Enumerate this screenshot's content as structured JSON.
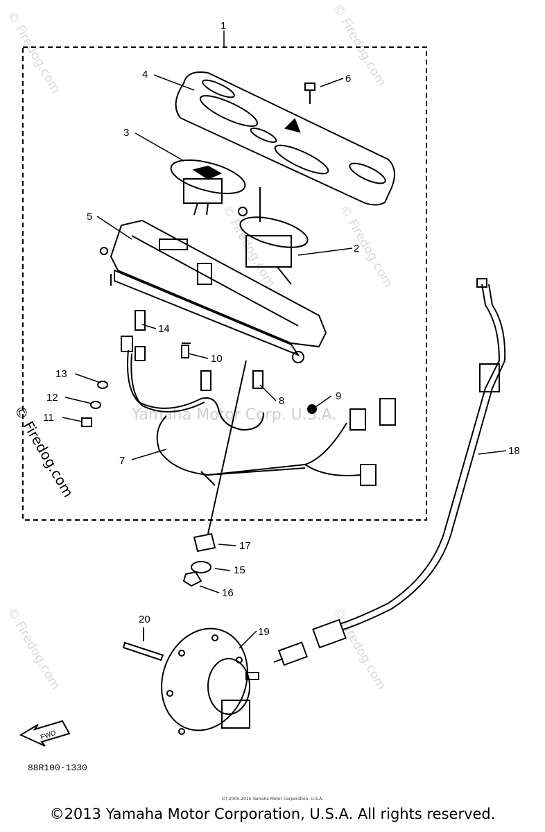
{
  "callouts": [
    "1",
    "2",
    "3",
    "4",
    "5",
    "6",
    "7",
    "8",
    "9",
    "10",
    "11",
    "12",
    "13",
    "14",
    "15",
    "16",
    "17",
    "18",
    "19",
    "20"
  ],
  "watermark": "© Firedog.com",
  "center_watermark": "Yamaha Motor Corp. U.S.A.",
  "fwd_label": "FWD",
  "part_code": "88R100-1330",
  "small_copyright": "(c) 2005-2015 Yamaha Motor Corporation, U.S.A.",
  "copyright": "©2013 Yamaha Motor Corporation, U.S.A. All rights reserved."
}
